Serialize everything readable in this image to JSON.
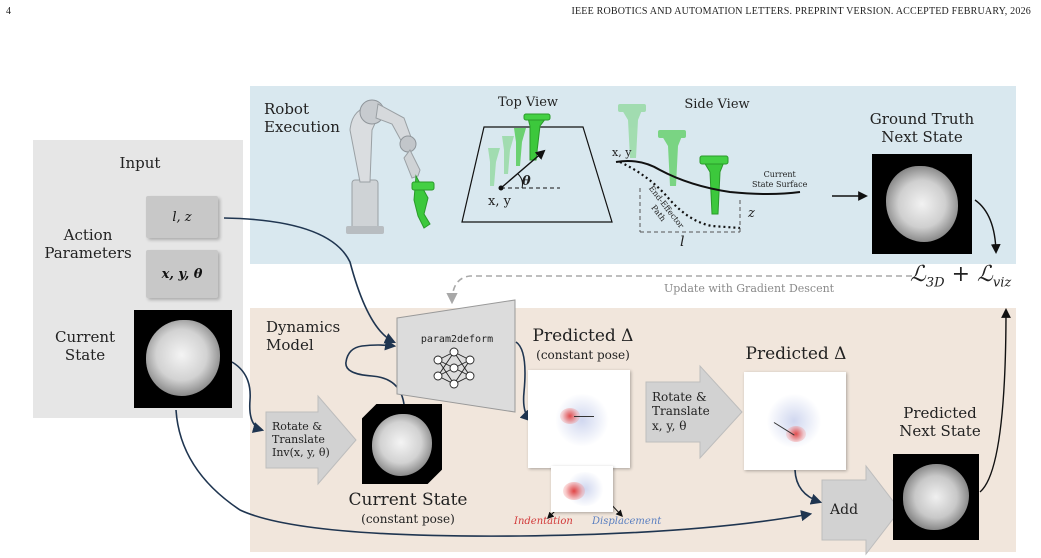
{
  "header": {
    "page_number": "4",
    "running_title": "IEEE ROBOTICS AND AUTOMATION LETTERS. PREPRINT VERSION. ACCEPTED FEBRUARY, 2026"
  },
  "robot_execution": {
    "title": "Robot\nExecution",
    "top_view_title": "Top View",
    "top_view_xy": "x, y",
    "top_view_theta": "θ",
    "side_view_title": "Side View",
    "side_view_xy": "x, y",
    "current_state_surface": "Current\nState Surface",
    "end_effector_path": "End-Effector\nPath",
    "z_label": "z",
    "l_label": "l",
    "ground_truth_title": "Ground Truth\nNext State"
  },
  "input": {
    "title": "Input",
    "action_parameters": "Action\nParameters",
    "param_lz": "l, z",
    "param_xytheta": "x, y, θ",
    "current_state": "Current\nState"
  },
  "loss": {
    "l3d": "ℒ3D",
    "plus": "+",
    "lviz": "ℒviz",
    "update_text": "Update with Gradient Descent"
  },
  "dynamics": {
    "title": "Dynamics\nModel",
    "param2deform": "param2deform",
    "rotate_inv": "Rotate &\nTranslate\nInv(x, y, θ)",
    "current_state_constant": "Current State",
    "constant_pose": "(constant pose)",
    "predicted_delta_constant": "Predicted Δ",
    "predicted_delta_constant_sub": "(constant pose)",
    "rotate_fwd": "Rotate &\nTranslate\nx, y, θ",
    "predicted_delta": "Predicted Δ",
    "indentation": "Indentation",
    "displacement": "Displacement",
    "add": "Add",
    "predicted_next_state": "Predicted\nNext State"
  },
  "colors": {
    "robot_panel": "#d9e8ef",
    "input_panel": "#e6e6e6",
    "dynamics_panel": "#f1e6dc",
    "arrow": "#1f3550",
    "gripper_green": "#3cc83c",
    "indentation_red": "#d23a3a",
    "displacement_blue": "#5a7fc0"
  }
}
